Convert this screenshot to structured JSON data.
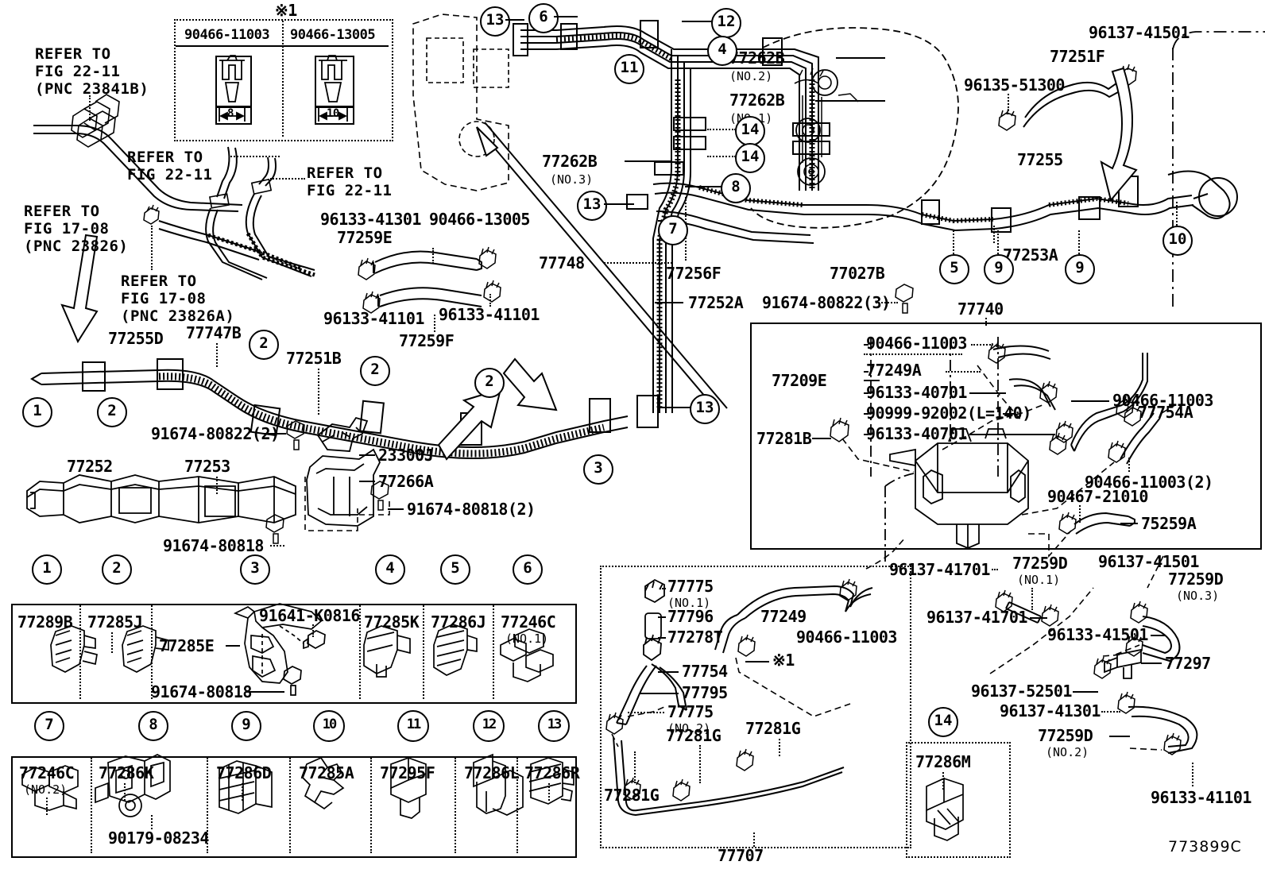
{
  "diagram": {
    "figure_code": "773899C",
    "note_marker": "※1"
  },
  "bolt_table": {
    "marker": "※1",
    "columns": [
      {
        "part_no": "90466-11003",
        "size": "8"
      },
      {
        "part_no": "90466-13005",
        "size": "10"
      }
    ]
  },
  "refer_notes": [
    {
      "line1": "REFER TO",
      "line2": "FIG 22-11",
      "line3": "(PNC 23841B)"
    },
    {
      "line1": "REFER TO",
      "line2": "FIG 22-11",
      "line3": ""
    },
    {
      "line1": "REFER TO",
      "line2": "FIG 22-11",
      "line3": ""
    },
    {
      "line1": "REFER TO",
      "line2": "FIG 17-08",
      "line3": "(PNC 23826)"
    },
    {
      "line1": "REFER TO",
      "line2": "FIG 17-08",
      "line3": "(PNC 23826A)"
    }
  ],
  "main_labels": {
    "p77262B_no2": "77262B",
    "p77262B_no2_sub": "(NO.2)",
    "p77262B_no1": "77262B",
    "p77262B_no1_sub": "(NO.1)",
    "p77262B_no3": "77262B",
    "p77262B_no3_sub": "(NO.3)",
    "p77748": "77748",
    "p77256F": "77256F",
    "p77252A": "77252A",
    "p77027B": "77027B",
    "p96135_51300": "96135-51300",
    "p77251F": "77251F",
    "p96137_41501": "96137-41501",
    "p77255": "77255",
    "p77253A": "77253A",
    "p91674_80822_3": "91674-80822(3)",
    "p77740": "77740",
    "p96133_41301": "96133-41301",
    "p90466_13005": "90466-13005",
    "p77259E": "77259E",
    "p96133_41101_a": "96133-41101",
    "p96133_41101_b": "96133-41101",
    "p77259F": "77259F",
    "p77255D": "77255D",
    "p77747B": "77747B",
    "p77251B": "77251B",
    "p91674_80822_2": "91674-80822(2)",
    "p23300J": "23300J",
    "p77266A": "77266A",
    "p91674_80818_2": "91674-80818(2)",
    "p91674_80818": "91674-80818",
    "p77252": "77252",
    "p77253": "77253"
  },
  "canister_box": {
    "title": "77740",
    "p77209E": "77209E",
    "items": [
      "90466-11003",
      "77249A",
      "96133-40701",
      "90999-92002(L=140)",
      "96133-40701"
    ],
    "p77281B": "77281B",
    "p90466_11003_right": "90466-11003",
    "p77754A": "77754A",
    "p90466_11003_2": "90466-11003(2)",
    "p90467_21010": "90467-21010",
    "p75259A": "75259A"
  },
  "vapor_box": {
    "title": "77707",
    "p77775_no1": "77775",
    "p77775_no1_sub": "(NO.1)",
    "p77796": "77796",
    "p77278T": "77278T",
    "p77754": "77754",
    "p77795": "77795",
    "p77775_no2": "77775",
    "p77775_no2_sub": "(NO.2)",
    "p77281G_a": "77281G",
    "p77281G_b": "77281G",
    "p77281G_c": "77281G",
    "p77249": "77249",
    "p90466_11003": "90466-11003",
    "note_marker": "※1"
  },
  "right_bottom": {
    "p96137_41701_a": "96137-41701",
    "p96137_41701_b": "96137-41701",
    "p77259D_no1": "77259D",
    "p77259D_no1_sub": "(NO.1)",
    "p96137_41501_a": "96137-41501",
    "p96137_41501_b": "96137-41501",
    "p77259D_no3": "77259D",
    "p77259D_no3_sub": "(NO.3)",
    "p96133_41501": "96133-41501",
    "p77297": "77297",
    "p96137_52501": "96137-52501",
    "p96137_41301": "96137-41301",
    "p77259D_no2": "77259D",
    "p77259D_no2_sub": "(NO.2)",
    "p96133_41101": "96133-41101"
  },
  "legend_row1": {
    "numbers": [
      "1",
      "2",
      "3",
      "4",
      "5",
      "6"
    ],
    "cells": [
      {
        "part_no": "77289B",
        "sub": ""
      },
      {
        "part_no": "77285J",
        "sub": ""
      },
      {
        "part_no": "77285E",
        "sub": "",
        "extra1": "91641-K0816",
        "extra2": "91674-80818"
      },
      {
        "part_no": "77285K",
        "sub": ""
      },
      {
        "part_no": "77286J",
        "sub": ""
      },
      {
        "part_no": "77246C",
        "sub": "(NO.1)"
      }
    ]
  },
  "legend_row2": {
    "numbers": [
      "7",
      "8",
      "9",
      "10",
      "11",
      "12",
      "13"
    ],
    "cells": [
      {
        "part_no": "77246C",
        "sub": "(NO.2)"
      },
      {
        "part_no": "77286K",
        "sub": "",
        "extra1": "90179-08234"
      },
      {
        "part_no": "77286D",
        "sub": ""
      },
      {
        "part_no": "77285A",
        "sub": ""
      },
      {
        "part_no": "77295F",
        "sub": ""
      },
      {
        "part_no": "77286L",
        "sub": ""
      },
      {
        "part_no": "77286R",
        "sub": ""
      }
    ]
  },
  "legend_14": {
    "number": "14",
    "part_no": "77286M"
  },
  "callouts_main": [
    "13",
    "6",
    "12",
    "4",
    "11",
    "14",
    "14",
    "8",
    "13",
    "7",
    "13",
    "10",
    "5",
    "9",
    "9",
    "1",
    "2",
    "2",
    "2",
    "2",
    "3",
    "13"
  ]
}
